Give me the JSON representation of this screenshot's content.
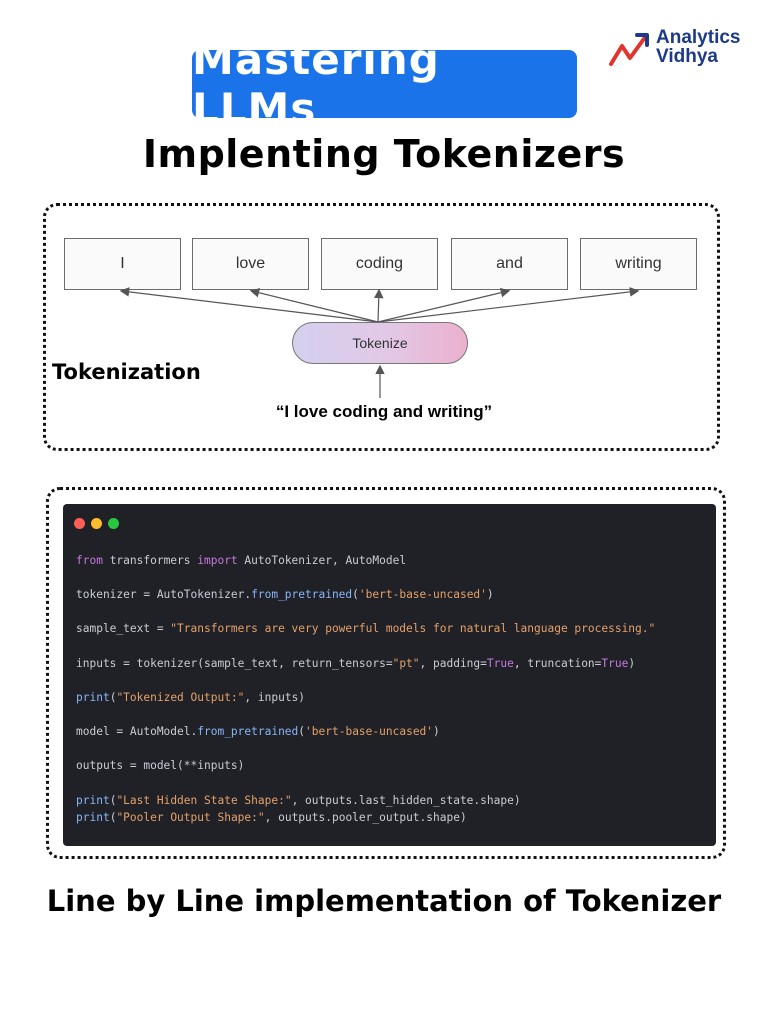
{
  "header": {
    "title": "Mastering LLMs",
    "subtitle": "Implenting Tokenizers"
  },
  "logo": {
    "line1": "Analytics",
    "line2": "Vidhya"
  },
  "diagram": {
    "tokens": [
      "I",
      "love",
      "coding",
      "and",
      "writing"
    ],
    "tokenize_label": "Tokenize",
    "section_label": "Tokenization",
    "input_sentence": "“I love coding and writing”"
  },
  "code": {
    "l1_from": "from",
    "l1_mod": " transformers ",
    "l1_import": "import",
    "l1_names": " AutoTokenizer, AutoModel",
    "l2_pre": "tokenizer = AutoTokenizer.",
    "l2_fn": "from_pretrained",
    "l2_str": "'bert-base-uncased'",
    "l3_pre": "sample_text = ",
    "l3_str": "\"Transformers are very powerful models for natural language processing.\"",
    "l4_pre": "inputs = tokenizer(sample_text, return_tensors=",
    "l4_str": "\"pt\"",
    "l4_mid": ", padding=",
    "l4_true1": "True",
    "l4_mid2": ", truncation=",
    "l4_true2": "True",
    "l5_fn": "print",
    "l5_str": "\"Tokenized Output:\"",
    "l5_post": ", inputs)",
    "l6_pre": "model = AutoModel.",
    "l6_fn": "from_pretrained",
    "l6_str": "'bert-base-uncased'",
    "l7": "outputs = model(**inputs)",
    "l8_fn": "print",
    "l8_str": "\"Last Hidden State Shape:\"",
    "l8_post": ", outputs.last_hidden_state.shape)",
    "l9_fn": "print",
    "l9_str": "\"Pooler Output Shape:\"",
    "l9_post": ", outputs.pooler_output.shape)"
  },
  "footer": {
    "text": "Line by Line implementation of Tokenizer"
  },
  "colors": {
    "accent": "#1a73e8",
    "dot_red": "#ff5f57",
    "dot_yellow": "#febc2e",
    "dot_green": "#28c840"
  }
}
